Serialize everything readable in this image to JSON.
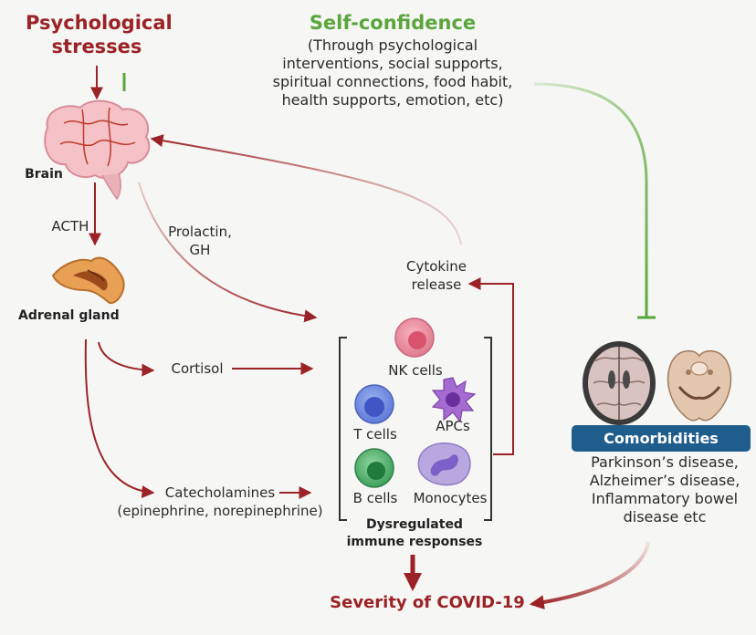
{
  "title_stress": [
    "Psychological",
    "stresses"
  ],
  "title_confidence": "Self-confidence",
  "confidence_desc": [
    "(Through psychological",
    "interventions, social supports,",
    "spiritual connections, food habit,",
    "health supports, emotion, etc)"
  ],
  "brain_label": "Brain",
  "acth_label": "ACTH",
  "adrenal_label": "Adrenal gland",
  "prolactin_label": [
    "Prolactin,",
    "GH"
  ],
  "cortisol_label": "Cortisol",
  "catecholamines_label": [
    "Catecholamines",
    "(epinephrine, norepinephrine)"
  ],
  "cytokine_label": [
    "Cytokine",
    "release"
  ],
  "cells": {
    "nk": "NK cells",
    "t": "T cells",
    "apcs": "APCs",
    "b": "B cells",
    "monocytes": "Monocytes"
  },
  "immune_label": [
    "Dysregulated",
    "immune responses"
  ],
  "comorbidities_title": "Comorbidities",
  "comorbidities_list": [
    "Parkinson’s disease,",
    "Alzheimer’s disease,",
    "Inflammatory bowel",
    "disease etc"
  ],
  "severity_label": "Severity of COVID-19",
  "colors": {
    "red": "#9b2226",
    "green": "#5aa63c",
    "blue": "#1f5d8c"
  }
}
